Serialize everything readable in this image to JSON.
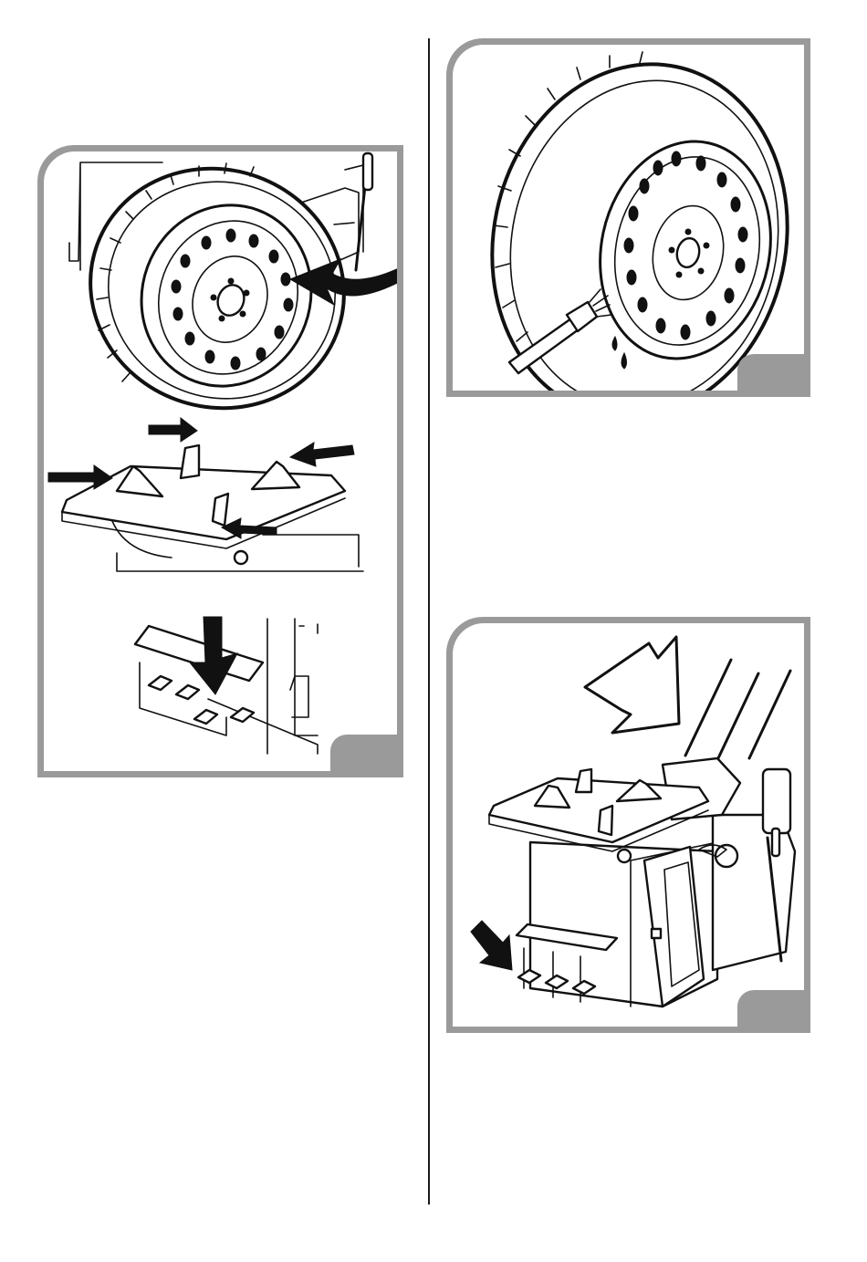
{
  "figures": [
    {
      "id": "fig-mount-wheel",
      "tab_label": ""
    },
    {
      "id": "fig-lubricate-bead",
      "tab_label": ""
    },
    {
      "id": "fig-open-jaws",
      "tab_label": ""
    }
  ],
  "arrows": {
    "fill_color": "#111111",
    "outline_color": "#111111"
  },
  "frame_color": "#9a9a9a"
}
